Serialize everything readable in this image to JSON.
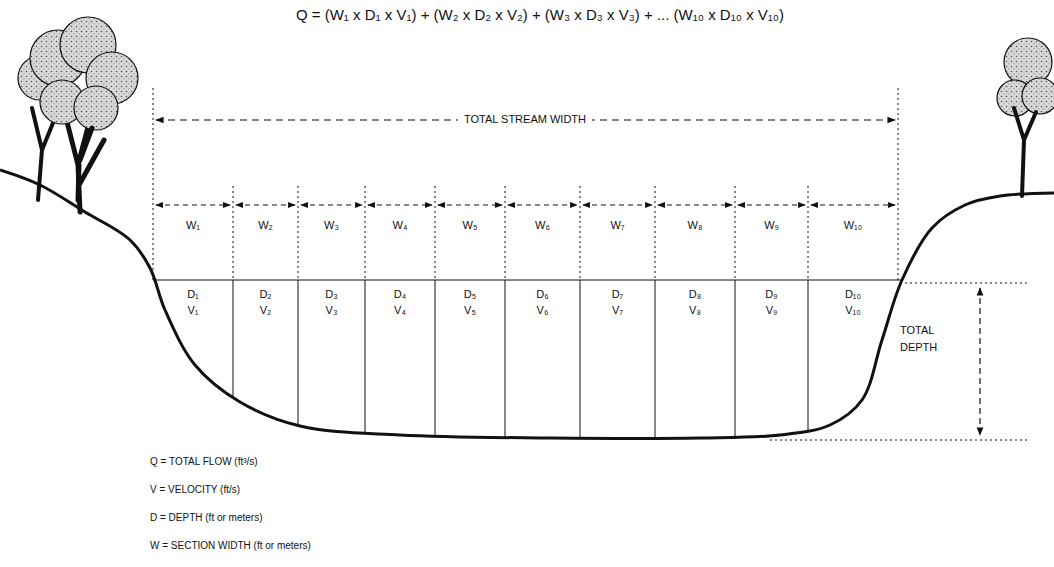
{
  "diagram": {
    "nodes": [
      {
        "text": [
          "D₁",
          "V₁"
        ]
      },
      {
        "text": [
          "D₂",
          "V₂"
        ]
      },
      {
        "text": [
          "D₃",
          "V₃"
        ]
      },
      {
        "text": [
          "D₄",
          "V₄"
        ]
      },
      {
        "text": [
          "D₅",
          "V₅"
        ]
      },
      {
        "text": [
          "D₆",
          "V₆"
        ]
      },
      {
        "text": [
          "D₇",
          "V₇"
        ]
      },
      {
        "text": [
          "D₈",
          "V₈"
        ]
      },
      {
        "text": [
          "D₉",
          "V₉"
        ]
      },
      {
        "text": [
          "D₁₀",
          "V₁₀"
        ]
      }
    ],
    "labels": [
      "Q = (W₁ x D₁ x V₁) + (W₂ x D₂ x V₂) + (W₃ x D₃ x V₃) + ... (W₁₀ x D₁₀ x V₁₀)",
      "TOTAL STREAM WIDTH",
      "W₁",
      "W₂",
      "W₃",
      "W₄",
      "W₅",
      "W₆",
      "W₇",
      "W₈",
      "W₉",
      "W₁₀",
      "TOTAL DEPTH",
      "Q = TOTAL FLOW (ft³/s)",
      "V = VELOCITY (ft/s)",
      "D = DEPTH (ft or meters)",
      "W = SECTION WIDTH (ft or meters)"
    ]
  }
}
